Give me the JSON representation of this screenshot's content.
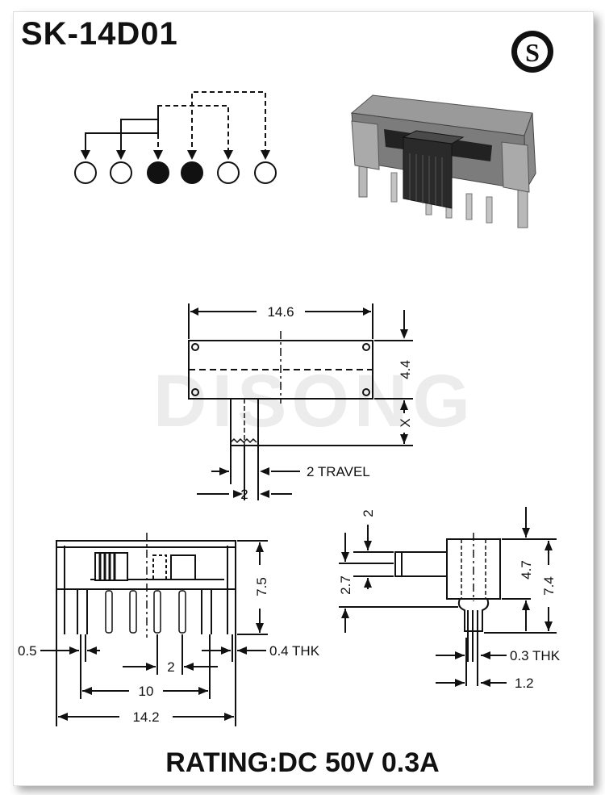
{
  "title": "SK-14D01",
  "logo_letter": "S",
  "watermark": "DISONG",
  "rating": "RATING:DC 50V 0.3A",
  "dims": {
    "top_width": "14.6",
    "top_height": "4.4",
    "x_label": "X",
    "travel_label": "2 TRAVEL",
    "travel_width": "2",
    "front_height": "7.5",
    "pin_width": "0.5",
    "pin_thk": "0.4 THK",
    "pin_pitch": "2",
    "pin_span": "10",
    "overall_width": "14.2",
    "side_actuator": "2",
    "side_act_height": "2.7",
    "side_body_height": "4.7",
    "side_total_height": "7.4",
    "side_pin_thk": "0.3 THK",
    "side_pin_offset": "1.2"
  },
  "schematic": {
    "contacts": [
      "open",
      "open",
      "filled",
      "filled",
      "open",
      "open"
    ]
  }
}
